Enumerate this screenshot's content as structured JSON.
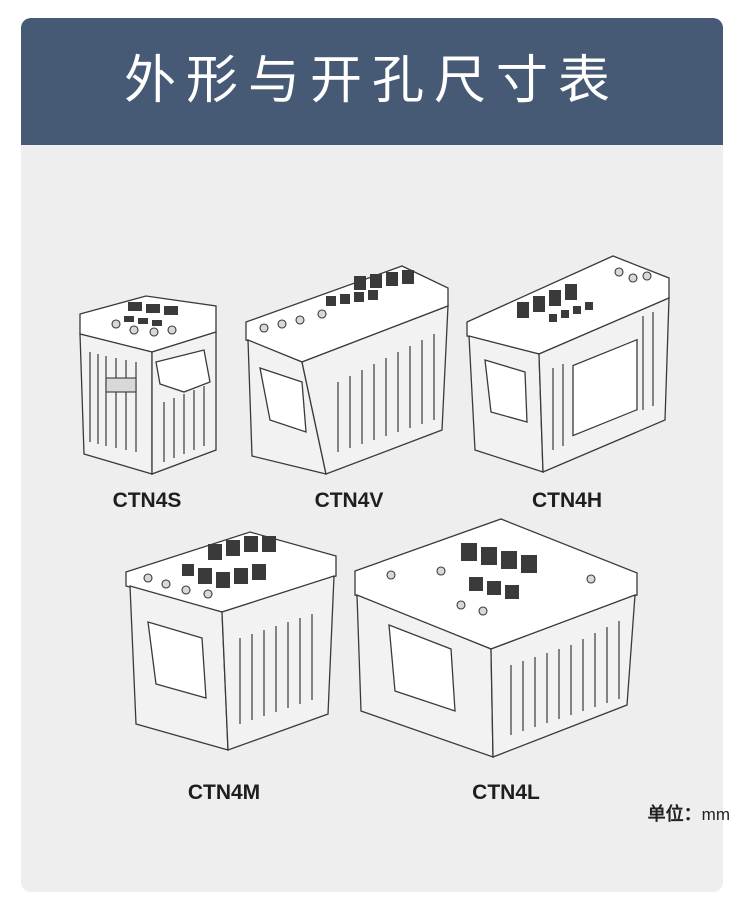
{
  "header": {
    "title": "外形与开孔尺寸表"
  },
  "models": [
    {
      "label": "CTN4S"
    },
    {
      "label": "CTN4V"
    },
    {
      "label": "CTN4H"
    },
    {
      "label": "CTN4M"
    },
    {
      "label": "CTN4L"
    }
  ],
  "footer": {
    "unit_label": "单位：",
    "unit_value": "mm"
  },
  "colors": {
    "banner": "#465a75",
    "panel": "#eeeeee",
    "title_text": "#ffffff"
  }
}
